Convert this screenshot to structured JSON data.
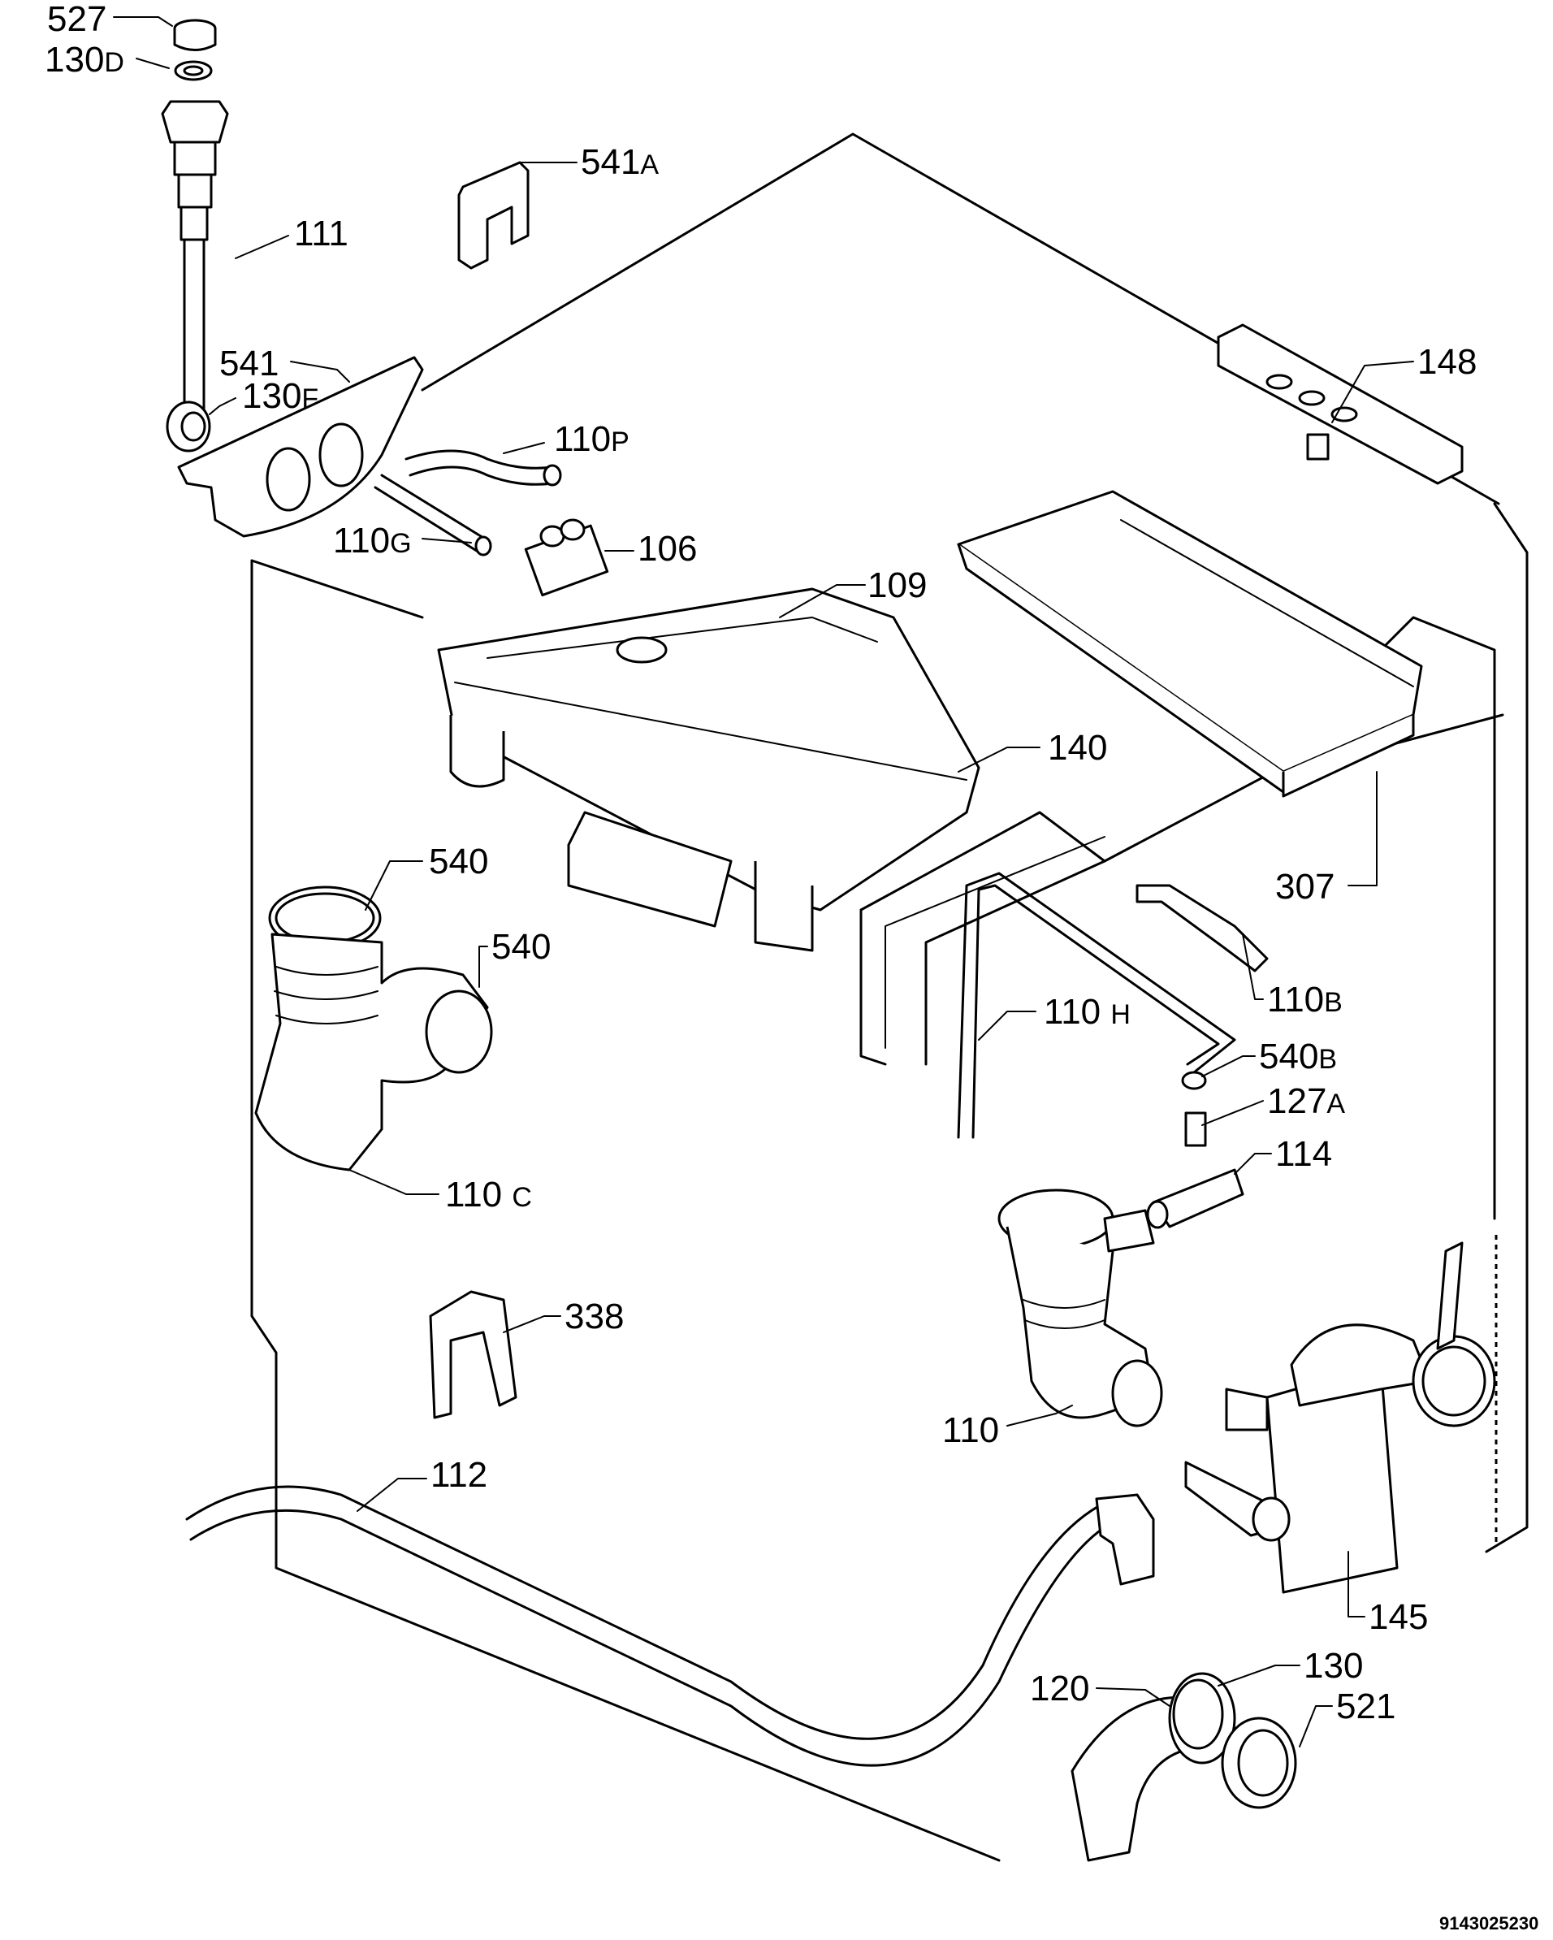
{
  "diagram": {
    "reference_number": "9143025230",
    "callouts": {
      "c527": {
        "num": "527",
        "suffix": ""
      },
      "c130d": {
        "num": "130",
        "suffix": "D"
      },
      "c541a": {
        "num": "541",
        "suffix": "A"
      },
      "c111": {
        "num": "111",
        "suffix": ""
      },
      "c541": {
        "num": "541",
        "suffix": ""
      },
      "c130f": {
        "num": "130",
        "suffix": "F"
      },
      "c110p": {
        "num": "110",
        "suffix": "P"
      },
      "c148": {
        "num": "148",
        "suffix": ""
      },
      "c110g": {
        "num": "110",
        "suffix": "G"
      },
      "c106": {
        "num": "106",
        "suffix": ""
      },
      "c109": {
        "num": "109",
        "suffix": ""
      },
      "c140": {
        "num": "140",
        "suffix": ""
      },
      "c540a": {
        "num": "540",
        "suffix": ""
      },
      "c540b2": {
        "num": "540",
        "suffix": ""
      },
      "c307": {
        "num": "307",
        "suffix": ""
      },
      "c110b": {
        "num": "110",
        "suffix": "B"
      },
      "c110h": {
        "num": "110",
        "suffix": "H"
      },
      "c540b": {
        "num": "540",
        "suffix": "B"
      },
      "c127a": {
        "num": "127",
        "suffix": "A"
      },
      "c114": {
        "num": "114",
        "suffix": ""
      },
      "c110c": {
        "num": "110",
        "suffix": "C"
      },
      "c338": {
        "num": "338",
        "suffix": ""
      },
      "c110": {
        "num": "110",
        "suffix": ""
      },
      "c112": {
        "num": "112",
        "suffix": ""
      },
      "c145": {
        "num": "145",
        "suffix": ""
      },
      "c130": {
        "num": "130",
        "suffix": ""
      },
      "c120": {
        "num": "120",
        "suffix": ""
      },
      "c521": {
        "num": "521",
        "suffix": ""
      }
    }
  }
}
